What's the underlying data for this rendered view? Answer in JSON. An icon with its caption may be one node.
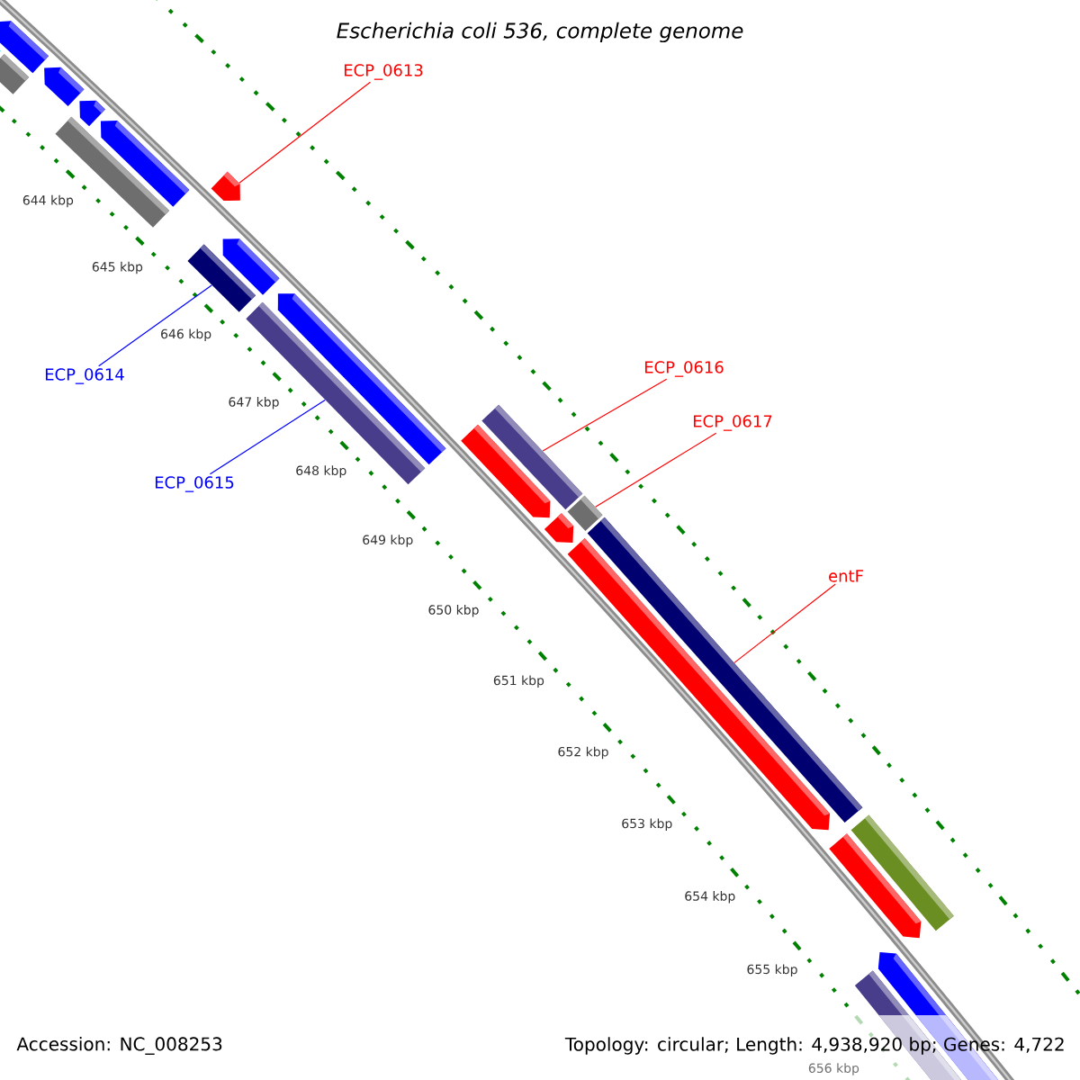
{
  "diagram": {
    "title": "Escherichia coli 536, complete genome",
    "nodes": [
      {
        "text": [
          "ECP_0613"
        ]
      },
      {
        "text": [
          "ECP_0614"
        ]
      },
      {
        "text": [
          "ECP_0615"
        ]
      },
      {
        "text": [
          "ECP_0616"
        ]
      },
      {
        "text": [
          "ECP_0617"
        ]
      },
      {
        "text": [
          "entF"
        ]
      },
      {
        "text": [],
        "shape": "pentagon"
      },
      {
        "text": [],
        "shape": "bar"
      },
      {
        "text": [],
        "shape": "bar"
      },
      {
        "text": [],
        "shape": "pentagon"
      },
      {
        "text": [],
        "shape": "pentagon"
      },
      {
        "text": [],
        "shape": "bar"
      },
      {
        "text": [],
        "shape": "pentagon"
      },
      {
        "text": [],
        "shape": "pentagon"
      },
      {
        "text": [],
        "shape": "bar"
      },
      {
        "text": [],
        "shape": "pentagon"
      },
      {
        "text": [],
        "shape": "bar"
      },
      {
        "text": [],
        "shape": "pentagon"
      },
      {
        "text": [],
        "shape": "bar"
      },
      {
        "text": [],
        "shape": "pentagon"
      },
      {
        "text": [],
        "shape": "pentagon"
      },
      {
        "text": [],
        "shape": "bar"
      },
      {
        "text": [],
        "shape": "bar"
      },
      {
        "text": [],
        "shape": "pentagon"
      },
      {
        "text": [],
        "shape": "bar"
      },
      {
        "text": [],
        "shape": "pentagon"
      },
      {
        "text": [],
        "shape": "pentagon"
      },
      {
        "text": [],
        "shape": "bar"
      }
    ],
    "edges": [
      {
        "from": 0,
        "to": 13,
        "arrow": "none"
      },
      {
        "from": 1,
        "to": 14,
        "arrow": "none",
        "color": "#0000ff"
      },
      {
        "from": 2,
        "to": 16,
        "arrow": "none",
        "color": "#0000ff"
      },
      {
        "from": 3,
        "to": 18,
        "arrow": "none"
      },
      {
        "from": 4,
        "to": 21,
        "arrow": "none"
      },
      {
        "from": 5,
        "to": 22,
        "arrow": "none"
      }
    ],
    "labels": [
      "644 kbp",
      "645 kbp",
      "646 kbp",
      "647 kbp",
      "648 kbp",
      "649 kbp",
      "650 kbp",
      "651 kbp",
      "652 kbp",
      "653 kbp",
      "654 kbp",
      "655 kbp",
      "656 kbp",
      "Accession: NC_008253",
      "Topology: circular; Length: 4,938,920 bp; Genes: 4,722"
    ]
  }
}
